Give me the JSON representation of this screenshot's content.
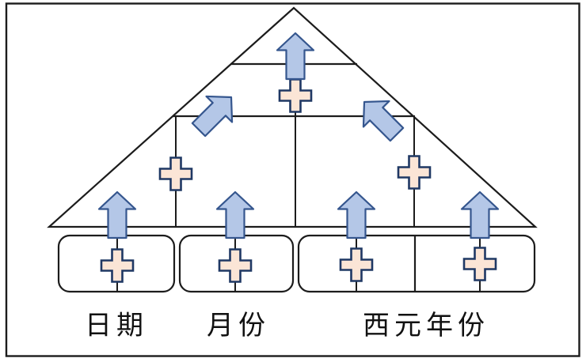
{
  "diagram": {
    "labels": {
      "date": "日期",
      "month": "月份",
      "year": "西元年份"
    },
    "icons": {
      "up_arrow": "up-arrow-icon",
      "diagonal_up_arrow": "diagonal-up-arrow-icon",
      "plus": "plus-icon"
    },
    "colors": {
      "background": "#ffffff",
      "line": "#1c1c1c",
      "arrow_fill": "#b4c7e7",
      "arrow_stroke": "#35568e",
      "plus_fill": "#fbe5d6",
      "plus_stroke": "#1f3864"
    }
  }
}
